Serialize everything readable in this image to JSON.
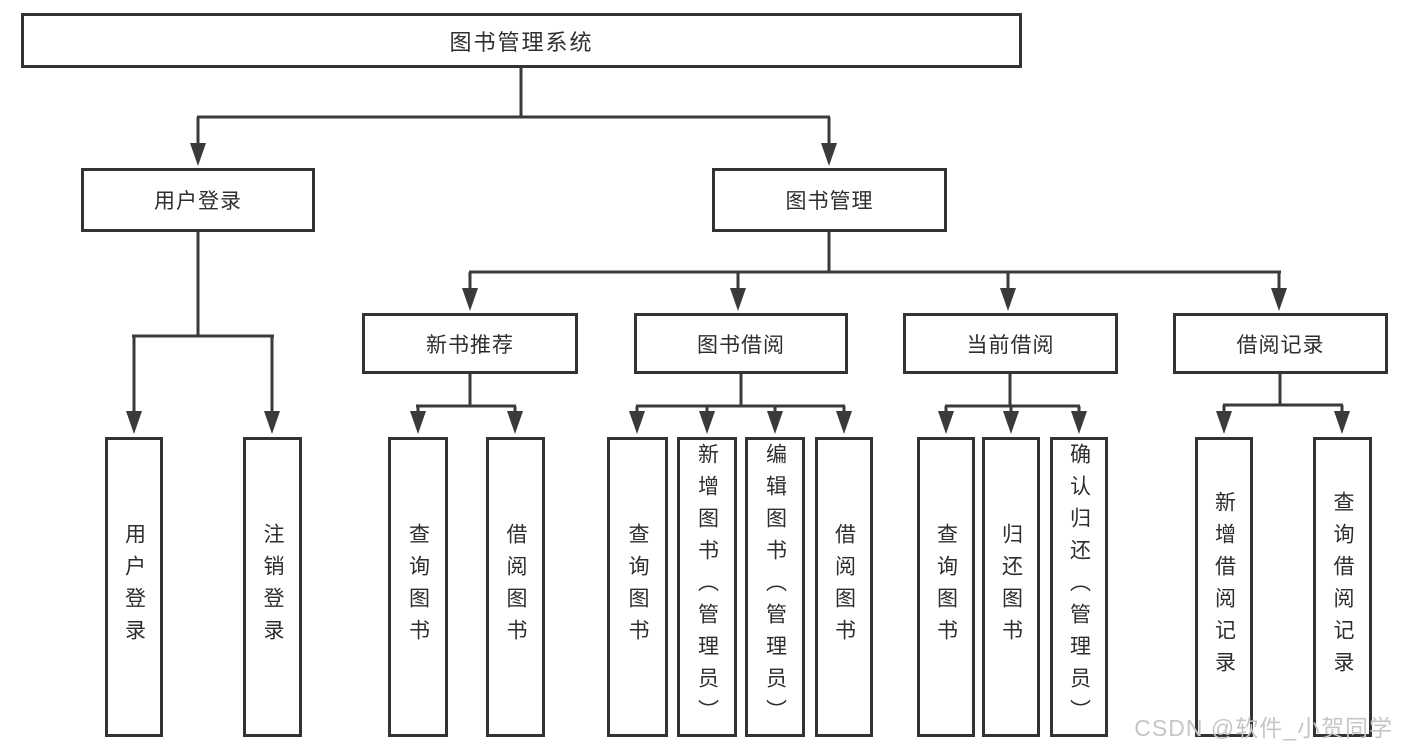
{
  "diagram": {
    "root": {
      "label": "图书管理系统"
    },
    "level2": [
      {
        "label": "用户登录"
      },
      {
        "label": "图书管理"
      }
    ],
    "level3": [
      {
        "label": "新书推荐"
      },
      {
        "label": "图书借阅"
      },
      {
        "label": "当前借阅"
      },
      {
        "label": "借阅记录"
      }
    ],
    "leaves": [
      {
        "label": "用户登录"
      },
      {
        "label": "注销登录"
      },
      {
        "label": "查询图书"
      },
      {
        "label": "借阅图书"
      },
      {
        "label": "查询图书"
      },
      {
        "label": "新增图书（管理员）"
      },
      {
        "label": "编辑图书（管理员）"
      },
      {
        "label": "借阅图书"
      },
      {
        "label": "查询图书"
      },
      {
        "label": "归还图书"
      },
      {
        "label": "确认归还（管理员）"
      },
      {
        "label": "新增借阅记录"
      },
      {
        "label": "查询借阅记录"
      }
    ],
    "watermark": "CSDN @软件_小贺同学",
    "colors": {
      "line": "#3a3a3a",
      "border": "#333333",
      "text": "#2e2e2e",
      "watermark": "#c6c6c6"
    }
  }
}
